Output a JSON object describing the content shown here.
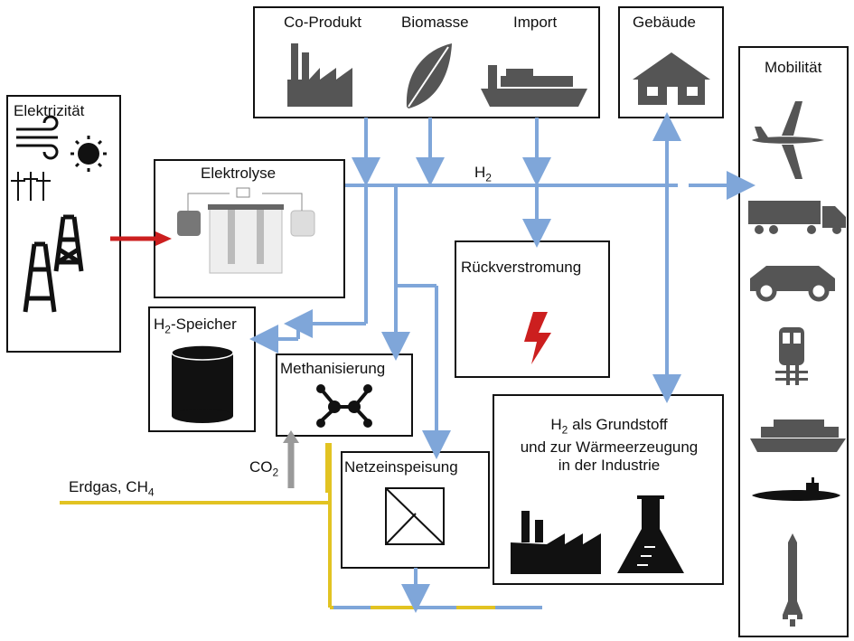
{
  "labels": {
    "elektrizitaet": "Elektrizität",
    "elektrolyse": "Elektrolyse",
    "co_produkt": "Co-Produkt",
    "biomasse": "Biomasse",
    "import": "Import",
    "gebaeude": "Gebäude",
    "mobilitaet": "Mobilität",
    "h2": "H",
    "h2_sub": "2",
    "rueckverstromung": "Rückverstromung",
    "speicher_pre": "H",
    "speicher_sub": "2",
    "speicher_post": "-Speicher",
    "methanisierung": "Methanisierung",
    "netzeinspeisung": "Netzeinspeisung",
    "industrie_line1_pre": "H",
    "industrie_line1_sub": "2",
    "industrie_line1_post": " als Grundstoff",
    "industrie_line2": "und zur Wärmeerzeugung",
    "industrie_line3": "in der Industrie",
    "co2_pre": "CO",
    "co2_sub": "2",
    "erdgas_pre": "Erdgas, CH",
    "erdgas_sub": "4"
  },
  "icons": {
    "sources": [
      "wind-icon",
      "sun-icon",
      "wind-turbine-icon",
      "oil-derrick-icon"
    ],
    "supply": [
      "factory-icon",
      "leaf-icon",
      "cargo-ship-icon"
    ],
    "buildings": [
      "house-icon"
    ],
    "mobility": [
      "airplane-icon",
      "truck-icon",
      "car-icon",
      "train-icon",
      "cruise-ship-icon",
      "submarine-icon",
      "rocket-icon"
    ],
    "misc": [
      "storage-tank-icon",
      "molecule-icon",
      "lightning-icon",
      "grid-feed-icon",
      "industry-factory-icon",
      "flask-icon",
      "electrolyzer-icon"
    ]
  },
  "colors": {
    "hydrogen": "#7fa6d9",
    "natural_gas": "#e2c322",
    "electricity": "#cc1f1f",
    "co2": "#9a9a9a",
    "icon": "#555555"
  }
}
